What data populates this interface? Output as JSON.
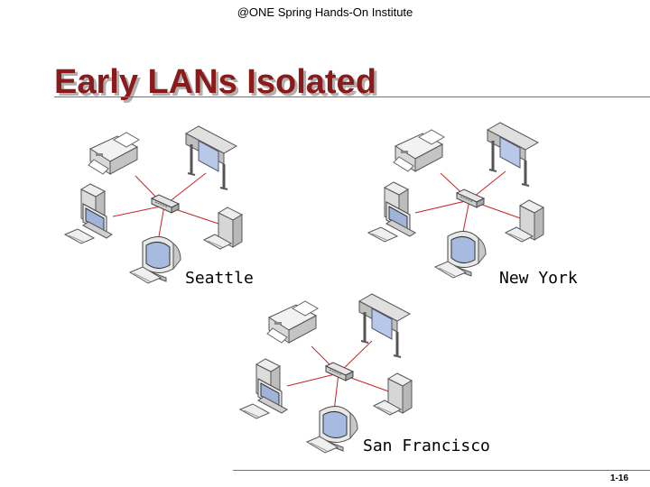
{
  "header": {
    "text": "@ONE Spring  Hands-On Institute"
  },
  "slide": {
    "title": "Early LANs Isolated",
    "page_number": "1-16"
  },
  "networks": [
    {
      "label": "Seattle"
    },
    {
      "label": "New York"
    },
    {
      "label": "San Francisco"
    }
  ],
  "colors": {
    "title": "#8b1a1a",
    "link": "#cc2222",
    "rule": "#5a7a9a"
  },
  "icons": [
    "printer-icon",
    "plotter-icon",
    "workstation-icon",
    "monitor-icon",
    "server-icon",
    "hub-icon"
  ]
}
